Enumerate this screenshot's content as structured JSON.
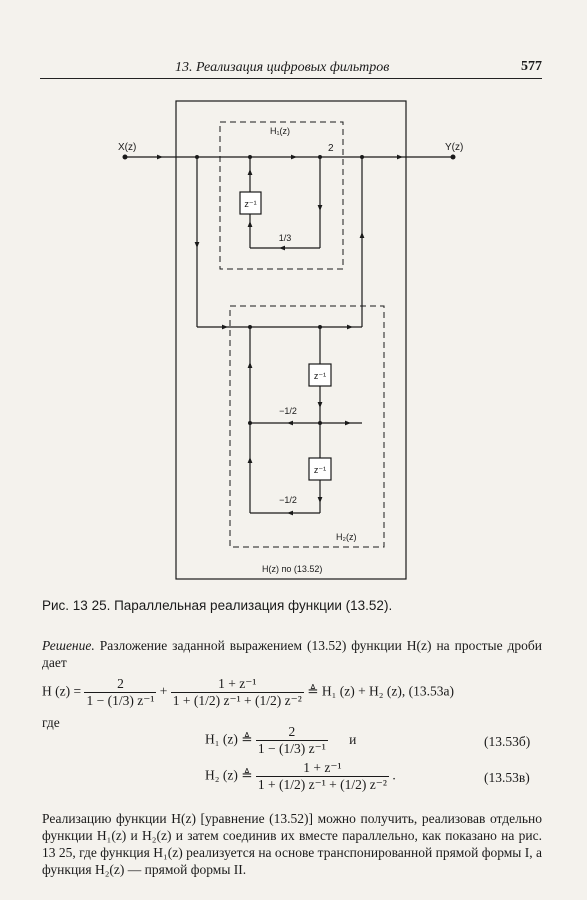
{
  "header": {
    "title": "13. Реализация цифровых фильтров",
    "page": "577"
  },
  "diagram": {
    "input_label": "X(z)",
    "output_label": "Y(z)",
    "node_label": "2",
    "h1_label": "H₁(z)",
    "h2_label": "H₂(z)",
    "outer_label": "H(z) по (13.52)",
    "delay_label": "z⁻¹",
    "coef_third": "1/3",
    "coef_half_a": "−1/2",
    "coef_half_b": "−1/2"
  },
  "caption": "Рис. 13 25. Параллельная реализация функции (13.52).",
  "solution": {
    "lead": "Решение.",
    "text": "Разложение заданной выражением (13.52) функции H(z) на простые дроби дает"
  },
  "eq_a": {
    "lhs": "H (z) =",
    "f1_num": "2",
    "f1_den": "1 − (1/3) z⁻¹",
    "plus": "+",
    "f2_num": "1 + z⁻¹",
    "f2_den": "1 + (1/2) z⁻¹ + (1/2) z⁻²",
    "rhs": "≜ H₁ (z) + H₂ (z),",
    "number": "(13.53а)"
  },
  "where": "где",
  "eq_b": {
    "lhs": "H₁ (z) ≜",
    "num": "2",
    "den": "1 − (1/3) z⁻¹",
    "conj": "и",
    "number": "(13.53б)"
  },
  "eq_c": {
    "lhs": "H₂ (z) ≜",
    "num": "1 + z⁻¹",
    "den": "1 + (1/2) z⁻¹ + (1/2) z⁻²",
    "tail": ".",
    "number": "(13.53в)"
  },
  "final_paragraph": "Реализацию функции H(z) [уравнение (13.52)] можно получить, реализовав отдельно функции H₁(z) и H₂(z) и затем соединив их вместе параллельно, как показано на рис. 13 25, где функция H₁(z) реализуется на основе транспонированной прямой формы I, а функция H₂(z) — прямой формы II."
}
